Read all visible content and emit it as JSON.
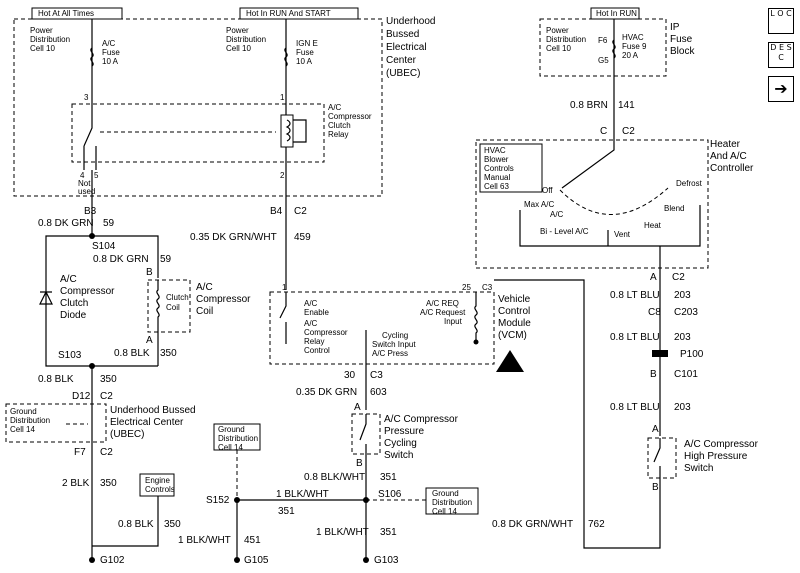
{
  "sidebar": {
    "loc_button": "L O C",
    "desc_button": "D E S C",
    "next_arrow": "➔"
  },
  "labels": {
    "hot_all_times": "Hot At All Times",
    "hot_run_start": "Hot In RUN And START",
    "hot_run": "Hot In RUN",
    "ubec_title": [
      "Underhood",
      "Bussed",
      "Electrical",
      "Center",
      "(UBEC)"
    ],
    "ip_fuse_block": [
      "IP",
      "Fuse",
      "Block"
    ],
    "power_dist_10_a": [
      "Power",
      "Distribution",
      "Cell 10"
    ],
    "power_dist_10_b": [
      "Power",
      "Distribution",
      "Cell 10"
    ],
    "power_dist_10_c": [
      "Power",
      "Distribution",
      "Cell 10"
    ],
    "ac_fuse": [
      "A/C",
      "Fuse",
      "10 A"
    ],
    "ign_fuse": [
      "IGN E",
      "Fuse",
      "10 A"
    ],
    "hvac_fuse": [
      "HVAC",
      "Fuse 9",
      "20 A"
    ],
    "f6": "F6",
    "g5": "G5",
    "relay_label": [
      "A/C",
      "Compressor",
      "Clutch",
      "Relay"
    ],
    "pin_3": "3",
    "pin_1": "1",
    "pin_4": "4",
    "pin_5": "5",
    "pin_2": "2",
    "not_used": [
      "Not",
      "used"
    ],
    "b3": "B3",
    "b4": "B4",
    "c2_b4": "C2",
    "wire_dkgrn_59": "0.8 DK GRN",
    "num_59": "59",
    "s104": "S104",
    "wire_dkgrn_59b": "0.8 DK GRN",
    "num_59b": "59",
    "clutch_diode": [
      "A/C",
      "Compressor",
      "Clutch",
      "Diode"
    ],
    "clutch_coil": "Clutch",
    "coil_word": "Coil",
    "compressor_coil": [
      "A/C",
      "Compressor",
      "Coil"
    ],
    "b_coil": "B",
    "a_coil": "A",
    "s103": "S103",
    "wire_blk_350a": "0.8 BLK",
    "num_350a": "350",
    "wire_blk_350b": "0.8 BLK",
    "num_350b": "350",
    "d12": "D12",
    "c2_d12": "C2",
    "ground_dist_14_a": [
      "Ground",
      "Distribution",
      "Cell 14"
    ],
    "ubec_bottom": [
      "Underhood Bussed",
      "Electrical Center",
      "(UBEC)"
    ],
    "f7": "F7",
    "c2_f7": "C2",
    "wire_2blk": "2 BLK",
    "num_350c": "350",
    "engine_controls": [
      "Engine",
      "Controls"
    ],
    "wire_blk_350d": "0.8 BLK",
    "num_350d": "350",
    "g102": "G102",
    "wire_grnwht": "0.35 DK GRN/WHT",
    "num_459": "459",
    "pin_1_vcm": "1",
    "pin_25": "25",
    "c3_vcm": "C3",
    "vcm_enable": [
      "A/C",
      "Enable"
    ],
    "vcm_relay_ctrl": [
      "A/C",
      "Compressor",
      "Relay",
      "Control"
    ],
    "vcm_req": [
      "A/C REQ",
      "A/C Request",
      "Input"
    ],
    "vcm_cycling": [
      "Cycling",
      "Switch Input",
      "A/C Press"
    ],
    "vcm_title": [
      "Vehicle",
      "Control",
      "Module",
      "(VCM)"
    ],
    "pin_30": "30",
    "c3_30": "C3",
    "wire_dkgrn_603": "0.35 DK GRN",
    "num_603": "603",
    "a_cyc": "A",
    "b_cyc": "B",
    "cycling_switch": [
      "A/C Compressor",
      "Pressure",
      "Cycling",
      "Switch"
    ],
    "ground_dist_14_b": [
      "Ground",
      "Distribution",
      "Cell 14"
    ],
    "wire_blkwht_351a": "0.8 BLK/WHT",
    "num_351a": "351",
    "s152": "S152",
    "wire_blkwht_351b": "1 BLK/WHT",
    "num_351b": "351",
    "s106": "S106",
    "ground_dist_14_c": [
      "Ground",
      "Distribution",
      "Cell 14"
    ],
    "wire_blkwht_451": "1 BLK/WHT",
    "num_451": "451",
    "g105": "G105",
    "wire_blkwht_351c": "1 BLK/WHT",
    "num_351c": "351",
    "g103": "G103",
    "wire_brn_141": "0.8 BRN",
    "num_141": "141",
    "c_hvac": "C",
    "c2_hvac": "C2",
    "heater_ctrl": [
      "Heater",
      "And A/C",
      "Controller"
    ],
    "hvac_blower": [
      "HVAC",
      "Blower",
      "Controls",
      "Manual",
      "Cell 63"
    ],
    "off": "Off",
    "max_ac": "Max A/C",
    "ac": "A/C",
    "bilevel": "Bi - Level A/C",
    "vent": "Vent",
    "heat": "Heat",
    "blend": "Blend",
    "defrost": "Defrost",
    "a_c2": "A",
    "c2_a": "C2",
    "wire_ltblu_203a": "0.8 LT BLU",
    "num_203a": "203",
    "c8": "C8",
    "c203": "C203",
    "wire_ltblu_203b": "0.8 LT BLU",
    "num_203b": "203",
    "p100": "P100",
    "b_c101": "B",
    "c101": "C101",
    "wire_ltblu_203c": "0.8 LT BLU",
    "num_203c": "203",
    "a_hp": "A",
    "b_hp": "B",
    "high_pressure": [
      "A/C Compressor",
      "High Pressure",
      "Switch"
    ],
    "wire_grnwht_762": "0.8 DK GRN/WHT",
    "num_762": "762"
  }
}
